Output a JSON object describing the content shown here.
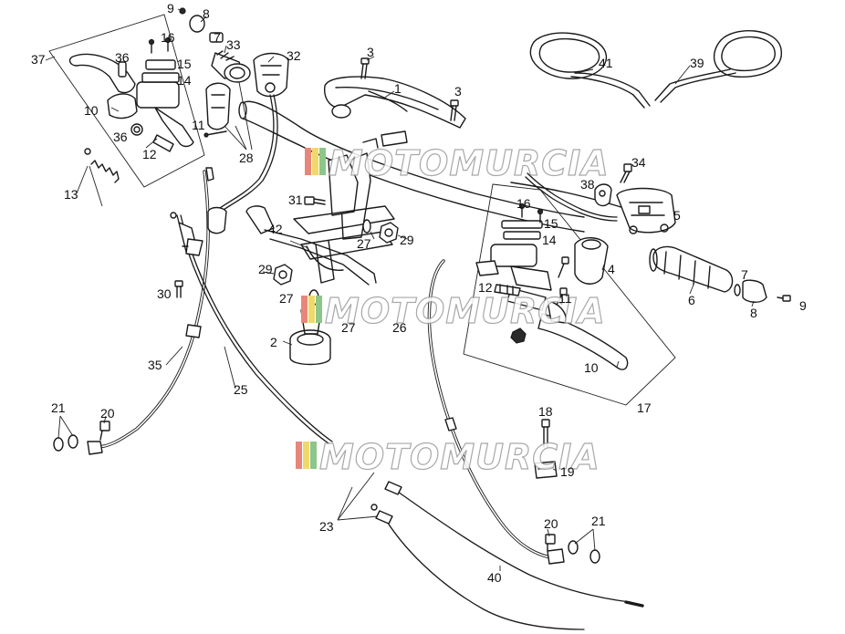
{
  "diagram": {
    "callouts": [
      {
        "id": "c9a",
        "label": "9"
      },
      {
        "id": "c8a",
        "label": "8"
      },
      {
        "id": "c7a",
        "label": "7"
      },
      {
        "id": "c16a",
        "label": "16"
      },
      {
        "id": "c33",
        "label": "33"
      },
      {
        "id": "c37",
        "label": "37"
      },
      {
        "id": "c36a",
        "label": "36"
      },
      {
        "id": "c15a",
        "label": "15"
      },
      {
        "id": "c14a",
        "label": "14"
      },
      {
        "id": "c32",
        "label": "32"
      },
      {
        "id": "c3a",
        "label": "3"
      },
      {
        "id": "c1",
        "label": "1"
      },
      {
        "id": "c3b",
        "label": "3"
      },
      {
        "id": "c41",
        "label": "41"
      },
      {
        "id": "c39",
        "label": "39"
      },
      {
        "id": "c10a",
        "label": "10"
      },
      {
        "id": "c11a",
        "label": "11"
      },
      {
        "id": "c36b",
        "label": "36"
      },
      {
        "id": "c12a",
        "label": "12"
      },
      {
        "id": "c28",
        "label": "28"
      },
      {
        "id": "c13",
        "label": "13"
      },
      {
        "id": "c34",
        "label": "34"
      },
      {
        "id": "c38",
        "label": "38"
      },
      {
        "id": "c5",
        "label": "5"
      },
      {
        "id": "c31",
        "label": "31"
      },
      {
        "id": "c16b",
        "label": "16"
      },
      {
        "id": "c15b",
        "label": "15"
      },
      {
        "id": "c14b",
        "label": "14"
      },
      {
        "id": "c42",
        "label": "42"
      },
      {
        "id": "c27a",
        "label": "27"
      },
      {
        "id": "c29a",
        "label": "29"
      },
      {
        "id": "c4",
        "label": "4"
      },
      {
        "id": "c29b",
        "label": "29"
      },
      {
        "id": "c7b",
        "label": "7"
      },
      {
        "id": "c30",
        "label": "30"
      },
      {
        "id": "c27b",
        "label": "27"
      },
      {
        "id": "c12b",
        "label": "12"
      },
      {
        "id": "c11b",
        "label": "11"
      },
      {
        "id": "c6",
        "label": "6"
      },
      {
        "id": "c9b",
        "label": "9"
      },
      {
        "id": "c8b",
        "label": "8"
      },
      {
        "id": "c2",
        "label": "2"
      },
      {
        "id": "c27c",
        "label": "27"
      },
      {
        "id": "c26",
        "label": "26"
      },
      {
        "id": "c35",
        "label": "35"
      },
      {
        "id": "c10b",
        "label": "10"
      },
      {
        "id": "c25",
        "label": "25"
      },
      {
        "id": "c17",
        "label": "17"
      },
      {
        "id": "c21a",
        "label": "21"
      },
      {
        "id": "c20a",
        "label": "20"
      },
      {
        "id": "c18",
        "label": "18"
      },
      {
        "id": "c19",
        "label": "19"
      },
      {
        "id": "c20b",
        "label": "20"
      },
      {
        "id": "c21b",
        "label": "21"
      },
      {
        "id": "c23",
        "label": "23"
      },
      {
        "id": "c40",
        "label": "40"
      }
    ],
    "watermarks": [
      {
        "id": "wm1",
        "text": "MOTOMURCIA"
      },
      {
        "id": "wm2",
        "text": "MOTOMURCIA"
      },
      {
        "id": "wm3",
        "text": "MOTOMURCIA"
      }
    ],
    "colors": {
      "line": "#1a1a1a",
      "background": "#ffffff",
      "watermark_stripe_red": "#e8867a",
      "watermark_stripe_yellow": "#f0d96a",
      "watermark_stripe_green": "#8cc68a",
      "watermark_outline": "#9a9a9a"
    }
  }
}
